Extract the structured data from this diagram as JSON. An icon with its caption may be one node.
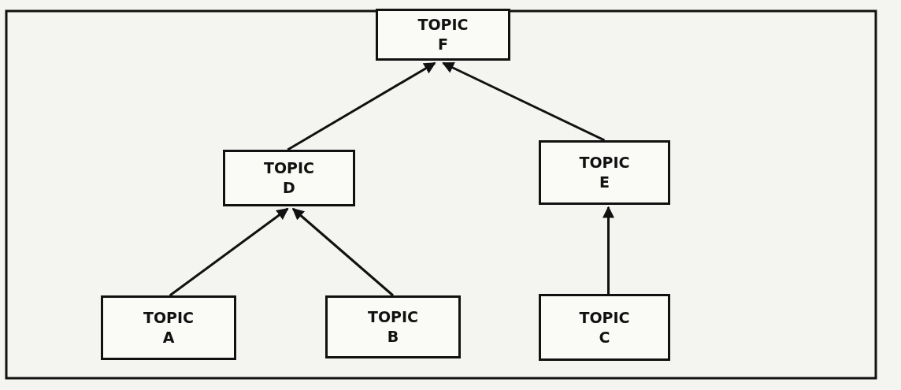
{
  "diagram": {
    "nodes": [
      {
        "text": [
          "TOPIC F"
        ]
      },
      {
        "text": [
          "TOPIC D"
        ]
      },
      {
        "text": [
          "TOPIC E"
        ]
      },
      {
        "text": [
          "TOPIC A"
        ]
      },
      {
        "text": [
          "TOPIC B"
        ]
      },
      {
        "text": [
          "TOPIC C"
        ]
      }
    ],
    "edges": [
      {
        "from": 1,
        "to": 0,
        "arrow": "to"
      },
      {
        "from": 2,
        "to": 0,
        "arrow": "to"
      },
      {
        "from": 3,
        "to": 1,
        "arrow": "to"
      },
      {
        "from": 4,
        "to": 1,
        "arrow": "to"
      },
      {
        "from": 5,
        "to": 2,
        "arrow": "to"
      }
    ]
  }
}
